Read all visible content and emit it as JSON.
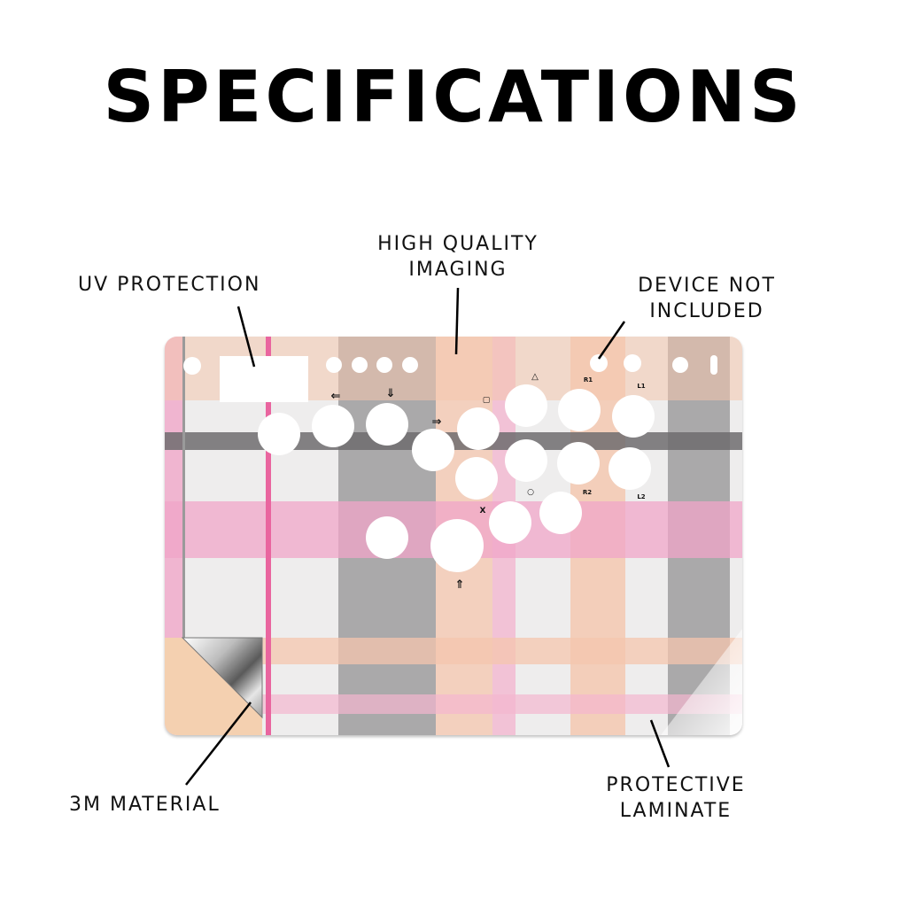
{
  "title": "SPECIFICATIONS",
  "callouts": {
    "uv_protection": "UV PROTECTION",
    "high_quality": [
      "HIGH QUALITY",
      "IMAGING"
    ],
    "device_not_included": [
      "DEVICE NOT",
      "INCLUDED"
    ],
    "three_m": "3M MATERIAL",
    "protective_laminate": [
      "PROTECTIVE",
      "LAMINATE"
    ]
  },
  "panel": {
    "colors": {
      "pink": "#f0a6c8",
      "peach": "#f4c6ad",
      "gray": "#8d8b8d",
      "light": "#eeeeee",
      "hotpink": "#e9659f"
    },
    "button_labels": {
      "left_arrow": "⇐",
      "down_arrow": "⇓",
      "right_arrow": "⇒",
      "up_arrow": "⇑",
      "square": "▢",
      "triangle": "△",
      "circle": "○",
      "cross": "X",
      "r1": "R1",
      "l1": "L1",
      "r2": "R2",
      "l2": "L2"
    }
  }
}
